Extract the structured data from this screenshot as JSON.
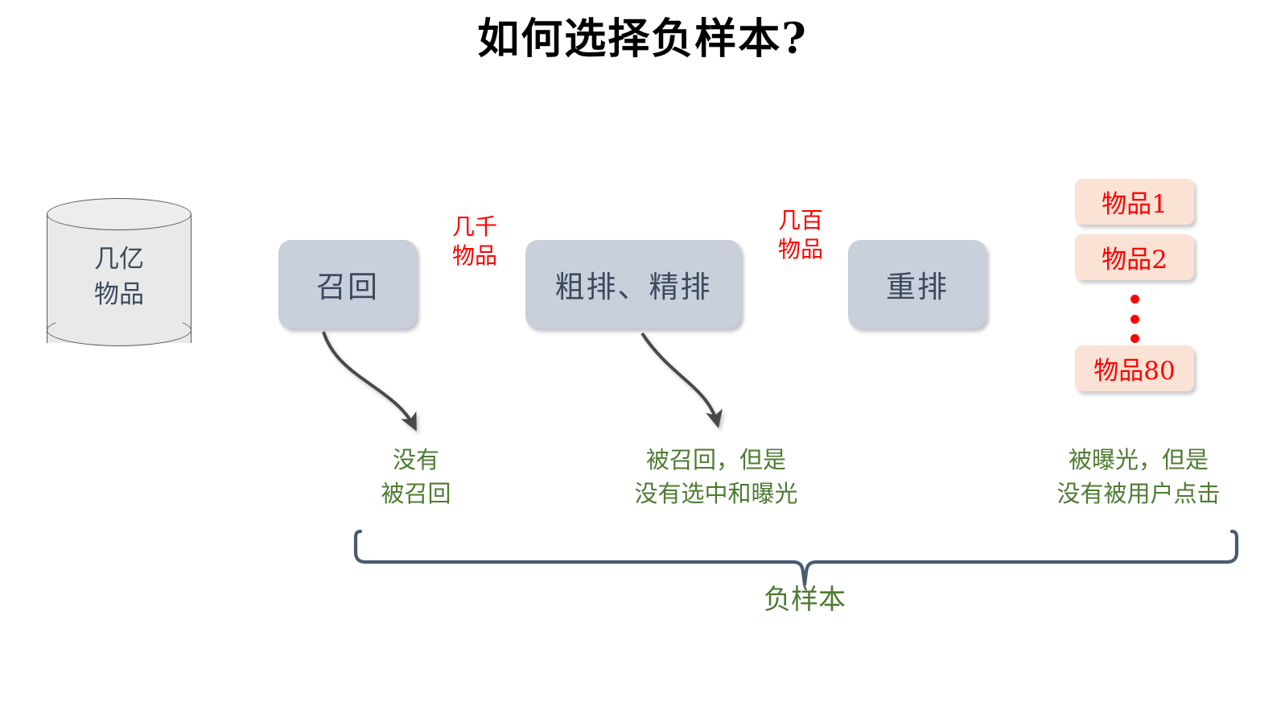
{
  "page": {
    "title": "如何选择负样本?",
    "background_color": "#ffffff"
  },
  "colors": {
    "stage_fill": "#c9cfdb",
    "stage_text": "#3c4a5e",
    "db_fill": "#e9e9e9",
    "db_border": "#595959",
    "item_fill": "#fae2d4",
    "red_accent": "#ff0000",
    "green_note": "#4e7b32",
    "arrow": "#4a4a4a",
    "brace": "#4a5a73"
  },
  "source": {
    "name": "database-cylinder",
    "label": "几亿\n物品",
    "label_line1": "几亿",
    "label_line2": "物品"
  },
  "pipeline": {
    "stages": [
      {
        "id": "recall",
        "label": "召回"
      },
      {
        "id": "ranking",
        "label": "粗排、精排"
      },
      {
        "id": "rerank",
        "label": "重排"
      }
    ],
    "flow_labels": [
      {
        "id": "thousands",
        "line1": "几千",
        "line2": "物品"
      },
      {
        "id": "hundreds",
        "line1": "几百",
        "line2": "物品"
      }
    ]
  },
  "results": {
    "items": [
      {
        "id": "item-1",
        "label": "物品1"
      },
      {
        "id": "item-2",
        "label": "物品2"
      },
      {
        "id": "item-80",
        "label": "物品80"
      }
    ],
    "ellipsis": "⋮"
  },
  "annotations": [
    {
      "id": "not-recalled",
      "line1": "没有",
      "line2": "被召回"
    },
    {
      "id": "recalled-not-exposed",
      "line1": "被召回，但是",
      "line2": "没有选中和曝光"
    },
    {
      "id": "exposed-not-clicked",
      "line1": "被曝光，但是",
      "line2": "没有被用户点击"
    }
  ],
  "brace": {
    "label": "负样本"
  }
}
